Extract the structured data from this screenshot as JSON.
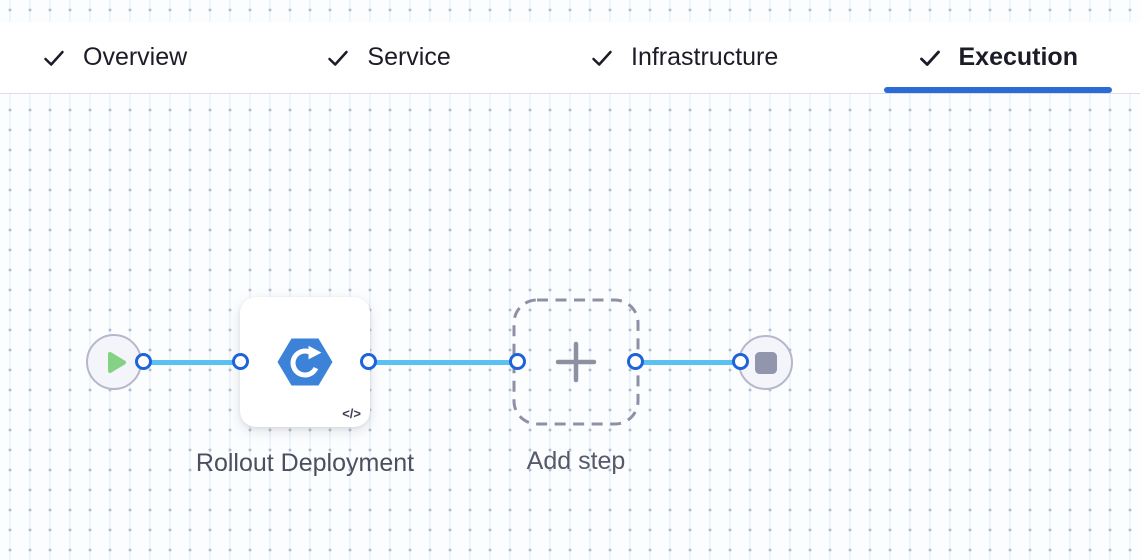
{
  "tabs": [
    {
      "label": "Overview",
      "checked": true,
      "active": false
    },
    {
      "label": "Service",
      "checked": true,
      "active": false
    },
    {
      "label": "Infrastructure",
      "checked": true,
      "active": false
    },
    {
      "label": "Execution",
      "checked": true,
      "active": true
    }
  ],
  "pipeline": {
    "nodes": [
      {
        "type": "start",
        "icon": "play-icon"
      },
      {
        "type": "step",
        "label": "Rollout Deployment",
        "icon": "rollout-deployment-icon",
        "badge_icon": "code-icon",
        "badge_text": "</>"
      },
      {
        "type": "add-step",
        "label": "Add step",
        "icon": "plus-icon"
      },
      {
        "type": "end",
        "icon": "stop-icon"
      }
    ],
    "connector_count": 3,
    "port_count": 6
  },
  "colors": {
    "active_tab_underline": "#2b6bd7",
    "tab_text": "#1c1c28",
    "tabbar_border": "#dcdde6",
    "connector_line": "#5ac1f2",
    "port_border": "#1e63d9",
    "step_icon_blue": "#3b82d8",
    "play_green": "#86d285",
    "stop_gray": "#9296ac",
    "node_label": "#4d4e5f",
    "dashed_border": "#8e90a6",
    "canvas_bg": "#fcfdff",
    "canvas_dot": "#b6bdca"
  }
}
